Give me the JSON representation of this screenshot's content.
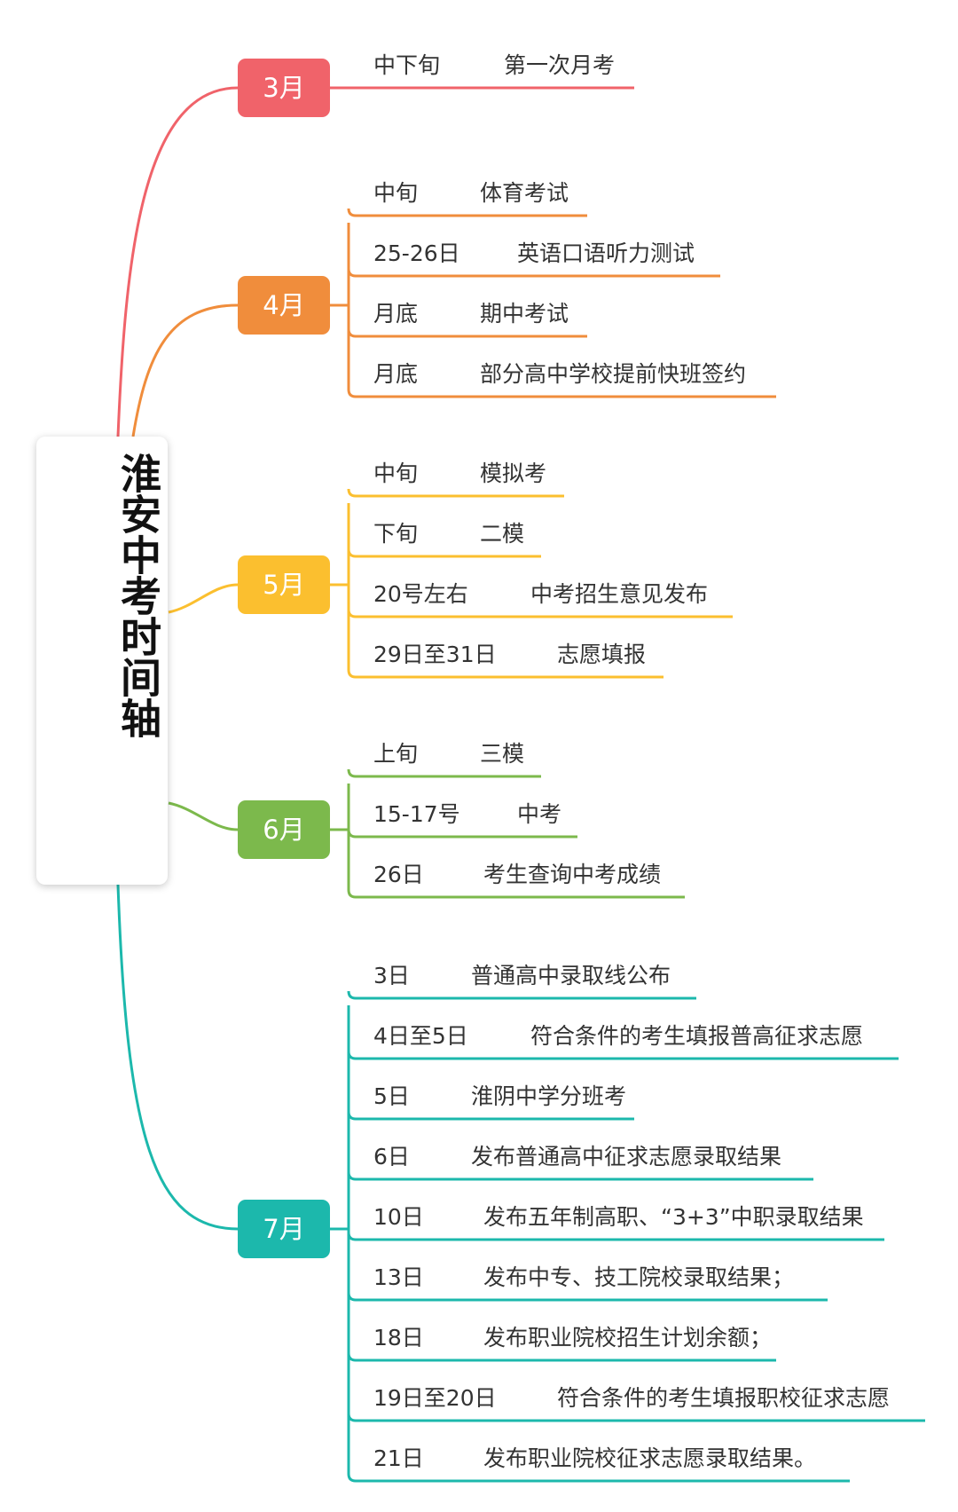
{
  "title": "淮安中考时间轴",
  "colors": {
    "march": "#f0636a",
    "april": "#f08d3c",
    "may": "#fbbf2f",
    "june": "#7cb94c",
    "july": "#1cb8ac"
  },
  "groups": [
    {
      "label": "3月",
      "items": [
        {
          "date": "中下旬",
          "event": "第一次月考"
        }
      ]
    },
    {
      "label": "4月",
      "items": [
        {
          "date": "中旬",
          "event": "体育考试"
        },
        {
          "date": "25-26日",
          "event": "英语口语听力测试"
        },
        {
          "date": "月底",
          "event": "期中考试"
        },
        {
          "date": "月底",
          "event": "部分高中学校提前快班签约"
        }
      ]
    },
    {
      "label": "5月",
      "items": [
        {
          "date": "中旬",
          "event": "模拟考"
        },
        {
          "date": "下旬",
          "event": "二模"
        },
        {
          "date": "20号左右",
          "event": "中考招生意见发布"
        },
        {
          "date": "29日至31日",
          "event": "志愿填报"
        }
      ]
    },
    {
      "label": "6月",
      "items": [
        {
          "date": "上旬",
          "event": "三模"
        },
        {
          "date": "15-17号",
          "event": "中考"
        },
        {
          "date": "26日",
          "event": "考生查询中考成绩"
        }
      ]
    },
    {
      "label": "7月",
      "items": [
        {
          "date": "3日",
          "event": "普通高中录取线公布"
        },
        {
          "date": "4日至5日",
          "event": "符合条件的考生填报普高征求志愿"
        },
        {
          "date": "5日",
          "event": "淮阴中学分班考"
        },
        {
          "date": "6日",
          "event": "发布普通高中征求志愿录取结果"
        },
        {
          "date": "10日",
          "event": "发布五年制高职、“3+3”中职录取结果"
        },
        {
          "date": "13日",
          "event": "发布中专、技工院校录取结果；"
        },
        {
          "date": "18日",
          "event": "发布职业院校招生计划余额；"
        },
        {
          "date": "19日至20日",
          "event": "符合条件的考生填报职校征求志愿"
        },
        {
          "date": "21日",
          "event": "发布职业院校征求志愿录取结果。"
        }
      ]
    }
  ]
}
